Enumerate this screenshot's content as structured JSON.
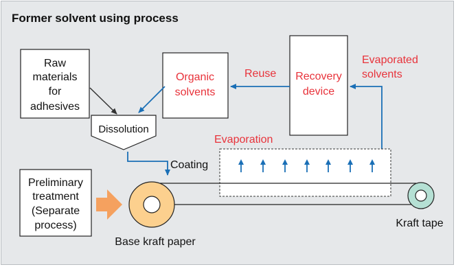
{
  "title": "Former solvent using process",
  "nodes": {
    "raw": [
      "Raw",
      "materials",
      "for",
      "adhesives"
    ],
    "organic": [
      "Organic",
      "solvents"
    ],
    "recovery": [
      "Recovery",
      "device"
    ],
    "dissolution": "Dissolution",
    "preliminary": [
      "Preliminary",
      "treatment",
      "(Separate",
      "process)"
    ]
  },
  "labels": {
    "reuse": "Reuse",
    "evaporated": [
      "Evaporated",
      "solvents"
    ],
    "evaporation": "Evaporation",
    "coating": "Coating",
    "base_paper": "Base kraft paper",
    "kraft_tape": "Kraft tape"
  },
  "colors": {
    "red_text": "#e8323a",
    "blue_arrow": "#1a6fb6",
    "orange_arrow": "#f5a15f",
    "base_roll": "#fcd08e",
    "tape_roll": "#b5e0d4",
    "panel_bg": "#e6e8ea"
  },
  "icons": [
    "arrow-icon",
    "evaporation-arrow-icon",
    "base-paper-roll-icon",
    "kraft-tape-roll-icon"
  ]
}
